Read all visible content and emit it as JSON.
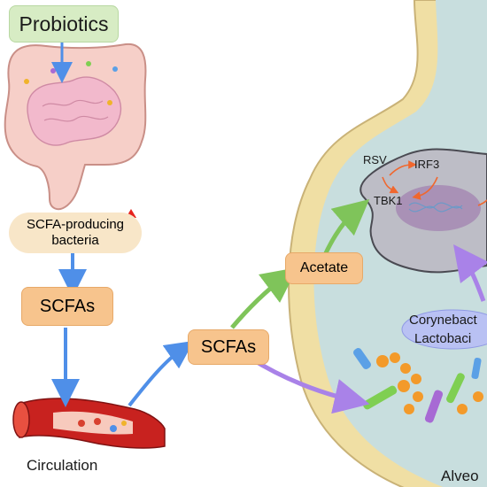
{
  "probiotics": "Probiotics",
  "scfa_producing_bacteria": [
    "SCFA-producing",
    "bacteria"
  ],
  "scfas_left": "SCFAs",
  "circulation": "Circulation",
  "scfas_middle": "SCFAs",
  "acetate": "Acetate",
  "rsv": "RSV",
  "irf3": "IRF3",
  "tbk1": "TBK1",
  "commensals": [
    "Corynebact",
    "Lactobaci"
  ],
  "alveolus": "Alveo",
  "increase_icon": "up-arrow-icon",
  "colors": {
    "probiotics_box": "#d7ecc4",
    "scfa_box": "#f7c48d",
    "bacteria_pill": "#f8e6c8",
    "arrow_blue": "#4f8fe8",
    "arrow_green": "#7fc45a",
    "arrow_purple": "#a982e8",
    "arrow_orange": "#f0672e",
    "alveolus_wall": "#f0dfa4",
    "alveolus_fill": "#c8dede",
    "cell_fill": "#bdbdc6",
    "nucleus": "#a991b6",
    "commensal_pill": "#b9c1f3"
  }
}
